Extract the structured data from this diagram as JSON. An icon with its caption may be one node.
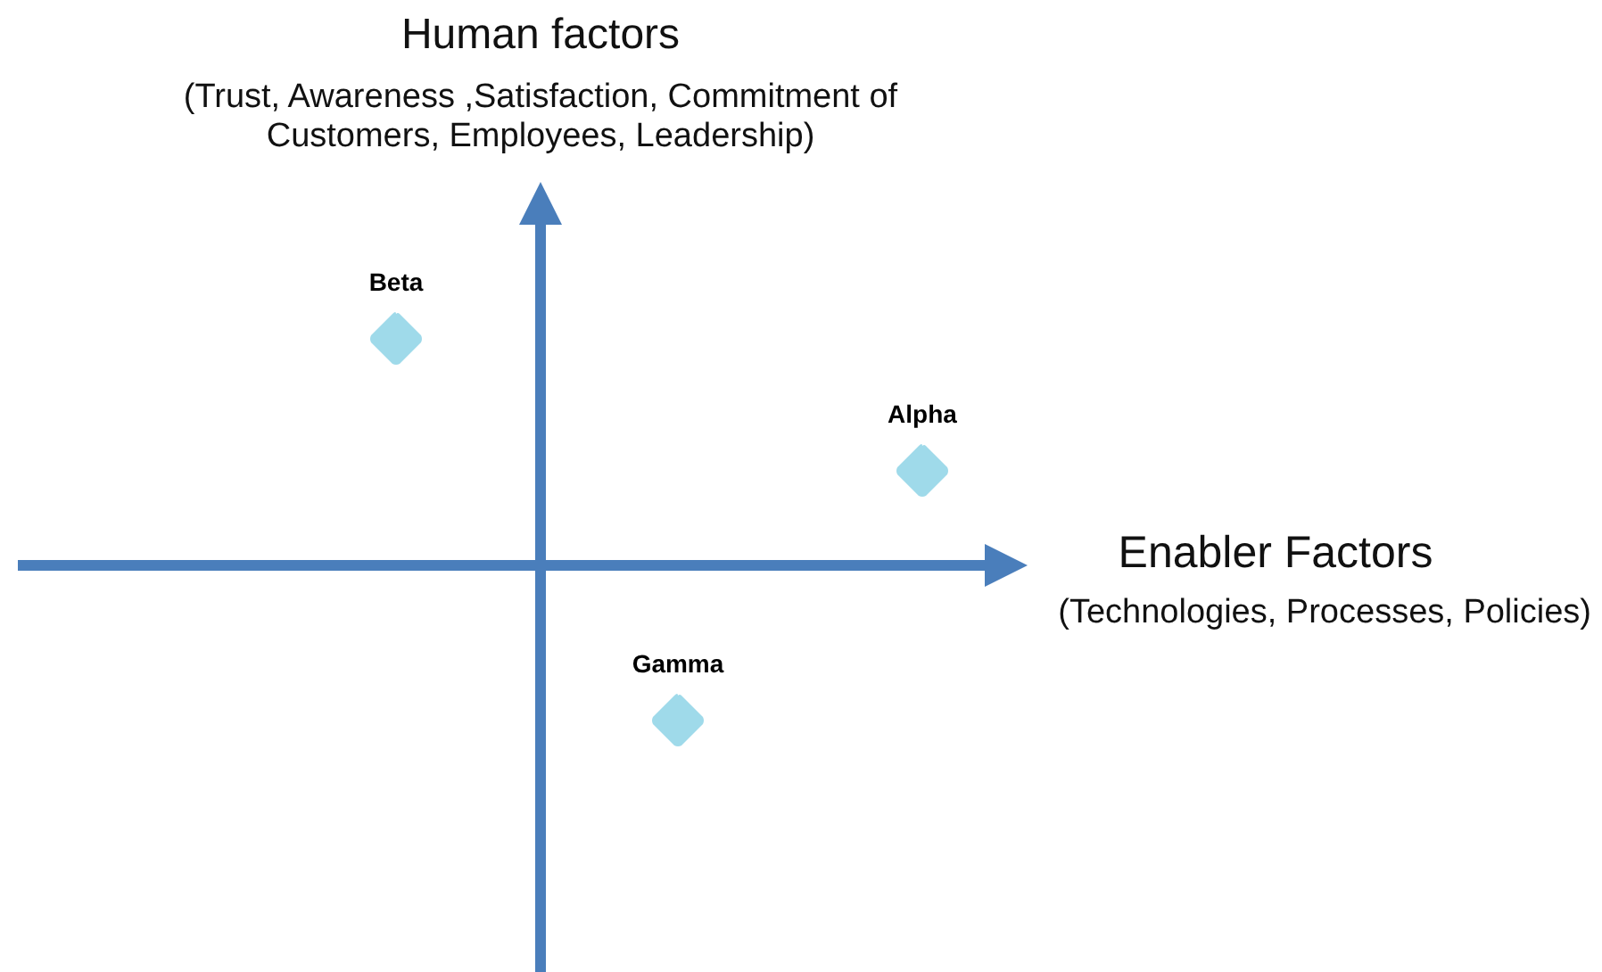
{
  "diagram": {
    "nodes": [
      {
        "text": [
          "Beta"
        ]
      },
      {
        "text": [
          "Alpha"
        ]
      },
      {
        "text": [
          "Gamma"
        ]
      }
    ],
    "labels": [
      "Human factors",
      "(Trust, Awareness ,Satisfaction, Commitment of Customers, Employees, Leadership)",
      "Enabler Factors",
      "(Technologies, Processes, Policies)"
    ]
  }
}
